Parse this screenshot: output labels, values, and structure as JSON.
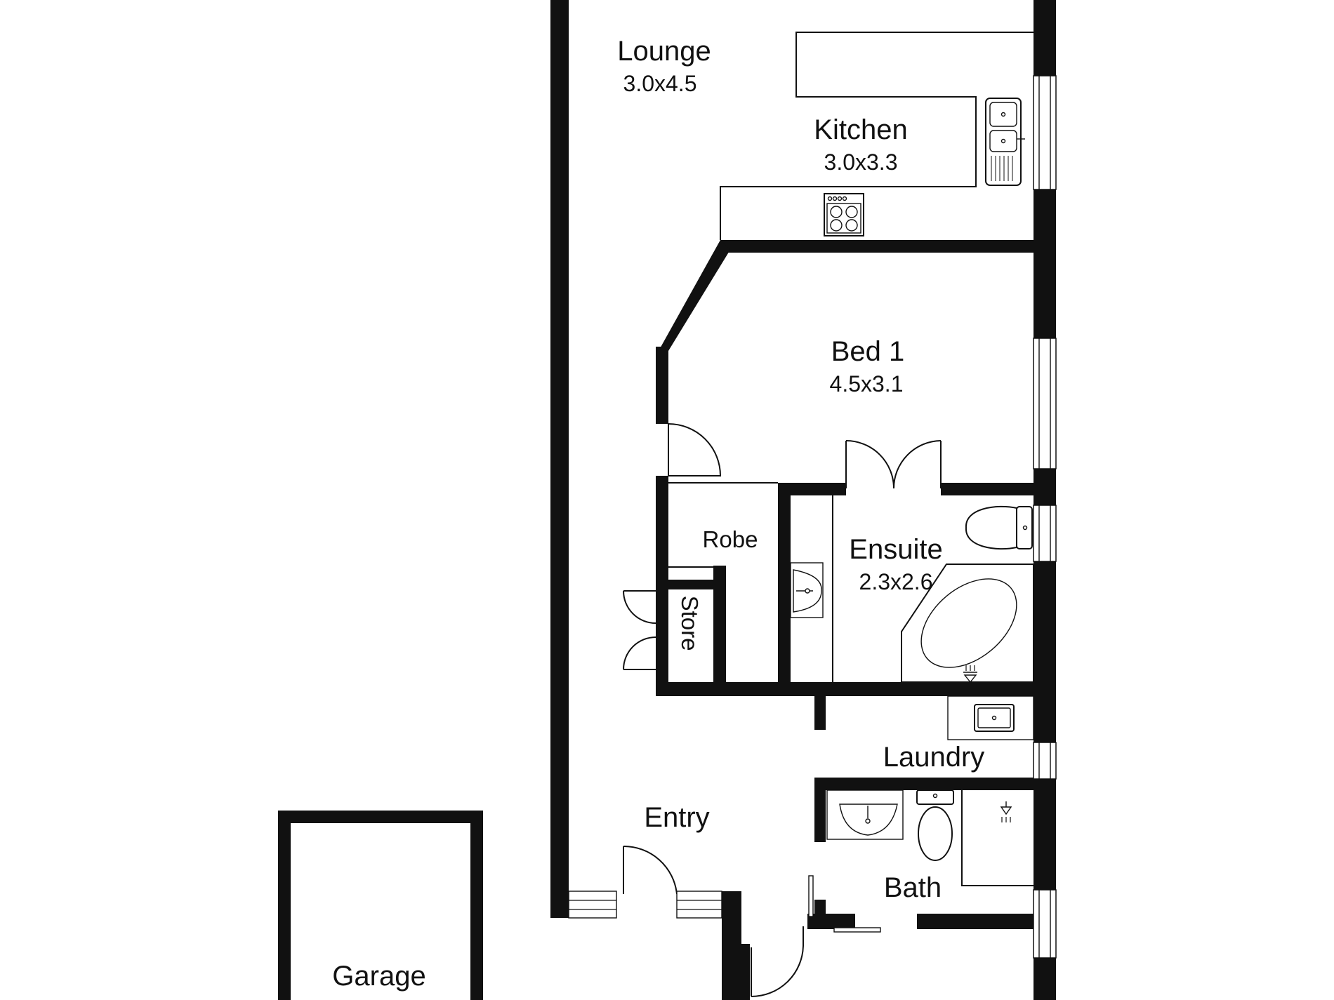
{
  "floorplan": {
    "rooms": [
      {
        "name": "Lounge",
        "dimensions": "3.0x4.5"
      },
      {
        "name": "Kitchen",
        "dimensions": "3.0x3.3"
      },
      {
        "name": "Bed 1",
        "dimensions": "4.5x3.1"
      },
      {
        "name": "Ensuite",
        "dimensions": "2.3x2.6"
      },
      {
        "name": "Robe"
      },
      {
        "name": "Store"
      },
      {
        "name": "Laundry"
      },
      {
        "name": "Entry"
      },
      {
        "name": "Bath"
      },
      {
        "name": "Garage"
      }
    ],
    "colors": {
      "wall": "#111111",
      "background": "#ffffff"
    }
  }
}
